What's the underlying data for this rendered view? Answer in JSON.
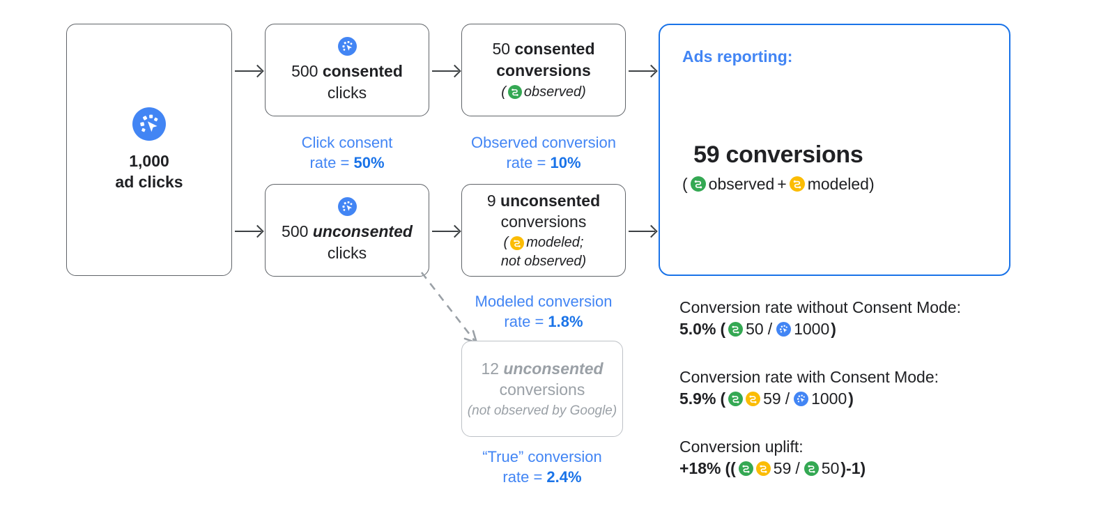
{
  "diagram": {
    "title": "Consent Mode conversion modeling flow",
    "colors": {
      "blue_accent": "#4285f4",
      "blue_value": "#1a73e8",
      "green_observed": "#34a853",
      "amber_modeled": "#fbbc04",
      "border": "#5f6368",
      "muted": "#9aa0a6",
      "text": "#202124"
    }
  },
  "nodes": {
    "ad_clicks": {
      "icon": "ad-click-icon",
      "value": "1,000",
      "label": "ad clicks"
    },
    "consented_clicks": {
      "icon": "ad-click-icon",
      "value": "500",
      "emphasis": "consented",
      "label": "clicks"
    },
    "unconsented_clicks": {
      "icon": "ad-click-icon",
      "value": "500",
      "emphasis": "unconsented",
      "label": "clicks"
    },
    "consented_conversions": {
      "value": "50",
      "emphasis": "consented",
      "label": "conversions",
      "note_open": "(",
      "note_icon": "conversion-observed-icon",
      "note_text": "observed)"
    },
    "unconsented_conversions": {
      "value": "9",
      "emphasis": "unconsented",
      "label": "conversions",
      "note_open": "(",
      "note_icon": "conversion-modeled-icon",
      "note_text": "modeled;",
      "note_text2": "not observed)"
    },
    "true_unconsented_conversions": {
      "value": "12",
      "emphasis": "unconsented",
      "label": "conversions",
      "note": "(not observed by Google)"
    }
  },
  "rate_labels": {
    "click_consent": {
      "caption": "Click consent",
      "prefix": "rate = ",
      "value": "50%"
    },
    "observed_conversion": {
      "caption": "Observed conversion",
      "prefix": "rate = ",
      "value": "10%"
    },
    "modeled_conversion": {
      "caption": "Modeled conversion",
      "prefix": "rate = ",
      "value": "1.8%"
    },
    "true_conversion": {
      "caption": "“True” conversion",
      "prefix": "rate = ",
      "value": "2.4%"
    }
  },
  "ads_reporting": {
    "title": "Ads reporting:",
    "headline": "59 conversions",
    "sub_open": "(",
    "sub_observed_icon": "conversion-observed-icon",
    "sub_observed": "observed",
    "sub_plus": "+",
    "sub_modeled_icon": "conversion-modeled-icon",
    "sub_modeled": "modeled)"
  },
  "stats": [
    {
      "name": "conversion-rate-without-consent-mode",
      "caption": "Conversion rate without Consent Mode:",
      "value": "5.0%",
      "open": "(",
      "icons": [
        "conversion-observed-icon"
      ],
      "numerator": "50",
      "divider": "/",
      "denom_icon": "ad-click-icon",
      "denominator": "1000",
      "close": ")"
    },
    {
      "name": "conversion-rate-with-consent-mode",
      "caption": "Conversion rate with Consent Mode:",
      "value": "5.9%",
      "open": "(",
      "icons": [
        "conversion-observed-icon",
        "conversion-modeled-icon"
      ],
      "numerator": "59",
      "divider": "/",
      "denom_icon": "ad-click-icon",
      "denominator": "1000",
      "close": ")"
    },
    {
      "name": "conversion-uplift",
      "caption": "Conversion uplift:",
      "value": "+18%",
      "open": "((",
      "icons": [
        "conversion-observed-icon",
        "conversion-modeled-icon"
      ],
      "numerator": "59",
      "divider": "/",
      "denom_icon": "conversion-observed-icon",
      "denominator": "50",
      "close": ")-1)"
    }
  ],
  "chart_data": {
    "type": "diagram",
    "title": "Consent Mode conversion modeling",
    "flow": [
      {
        "stage": "ad clicks",
        "value": 1000
      },
      {
        "stage": "consented clicks",
        "value": 500,
        "rate_from_prev": "50%",
        "rate_name": "Click consent rate"
      },
      {
        "stage": "unconsented clicks",
        "value": 500,
        "rate_from_prev": "50%",
        "rate_name": "Click consent rate"
      },
      {
        "stage": "consented conversions (observed)",
        "value": 50,
        "rate_from_prev": "10%",
        "rate_name": "Observed conversion rate"
      },
      {
        "stage": "unconsented conversions (modeled; not observed)",
        "value": 9,
        "rate_from_prev": "1.8%",
        "rate_name": "Modeled conversion rate"
      },
      {
        "stage": "unconsented conversions (not observed by Google)",
        "value": 12,
        "rate_from_prev": "2.4%",
        "rate_name": "“True” conversion rate"
      },
      {
        "stage": "Ads reporting total conversions",
        "value": 59
      }
    ],
    "summary": [
      {
        "metric": "Conversion rate without Consent Mode",
        "value": 5.0,
        "unit": "%",
        "formula": "50 / 1000"
      },
      {
        "metric": "Conversion rate with Consent Mode",
        "value": 5.9,
        "unit": "%",
        "formula": "59 / 1000"
      },
      {
        "metric": "Conversion uplift",
        "value": 18,
        "unit": "%",
        "formula": "(59 / 50) - 1"
      }
    ]
  }
}
